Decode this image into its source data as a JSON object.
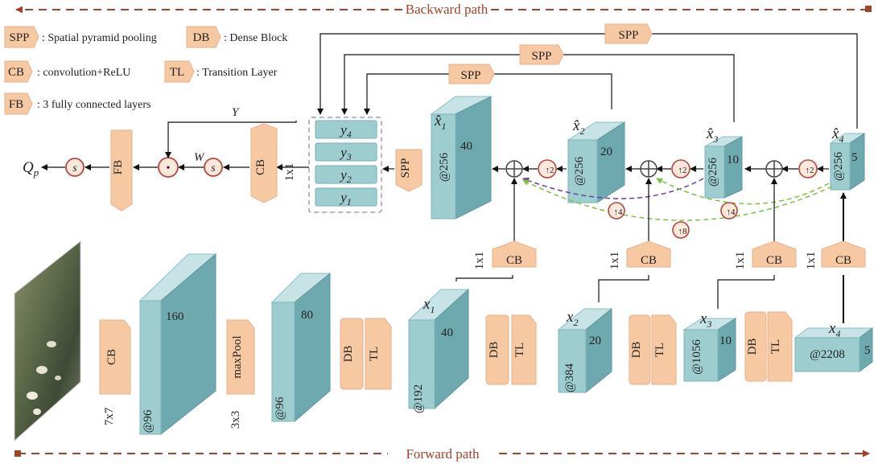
{
  "paths": {
    "backward": "Backward path",
    "forward": "Forward path"
  },
  "legend": {
    "spp_tag": "SPP",
    "spp_desc": ": Spatial pyramid pooling",
    "db_tag": "DB",
    "db_desc": ": Dense Block",
    "cb_tag": "CB",
    "cb_desc": ": convolution+ReLU",
    "tl_tag": "TL",
    "tl_desc": ": Transition Layer",
    "fb_tag": "FB",
    "fb_desc": ": 3 fully connected layers"
  },
  "labels": {
    "spp": "SPP",
    "cb": "CB",
    "db": "DB",
    "tl": "TL",
    "fb": "FB",
    "maxpool": "maxPool",
    "k7": "7x7",
    "k3": "3x3",
    "k1": "1x1",
    "qp": "Q",
    "qp_sub": "p",
    "s": "s",
    "dot": "•",
    "W": "W",
    "Y": "Y",
    "up2": "2",
    "up4": "4",
    "up8": "8"
  },
  "feature_vectors": [
    {
      "base": "y",
      "sub": "4"
    },
    {
      "base": "y",
      "sub": "3"
    },
    {
      "base": "y",
      "sub": "2"
    },
    {
      "base": "y",
      "sub": "1"
    }
  ],
  "forward_blocks": {
    "conv1": {
      "channels": "@96",
      "size": "160"
    },
    "pool": {
      "channels": "@96",
      "size": "80"
    },
    "x1": {
      "name": "x",
      "sub": "1",
      "channels": "@192",
      "size": "40"
    },
    "x2": {
      "name": "x",
      "sub": "2",
      "channels": "@384",
      "size": "20"
    },
    "x3": {
      "name": "x",
      "sub": "3",
      "channels": "@1056",
      "size": "10"
    },
    "x4": {
      "name": "x",
      "sub": "4",
      "channels": "@2208",
      "size": "5"
    }
  },
  "backward_blocks": {
    "xh1": {
      "name": "x̂",
      "sub": "1",
      "channels": "@256",
      "size": "40"
    },
    "xh2": {
      "name": "x̂",
      "sub": "2",
      "channels": "@256",
      "size": "20"
    },
    "xh3": {
      "name": "x̂",
      "sub": "3",
      "channels": "@256",
      "size": "10"
    },
    "xh4": {
      "name": "x̂",
      "sub": "4",
      "channels": "@256",
      "size": "5"
    }
  },
  "colors": {
    "tag_fill": "#f7c9a2",
    "tag_stroke": "#e9b08a",
    "block_front": "#9ecdd0",
    "block_side": "#6fa9b0",
    "block_top": "#c7e3e5",
    "path": "#a0442a",
    "arrow": "#111111",
    "dash_purple": "#6a3d9a",
    "dash_green": "#7cc242"
  }
}
